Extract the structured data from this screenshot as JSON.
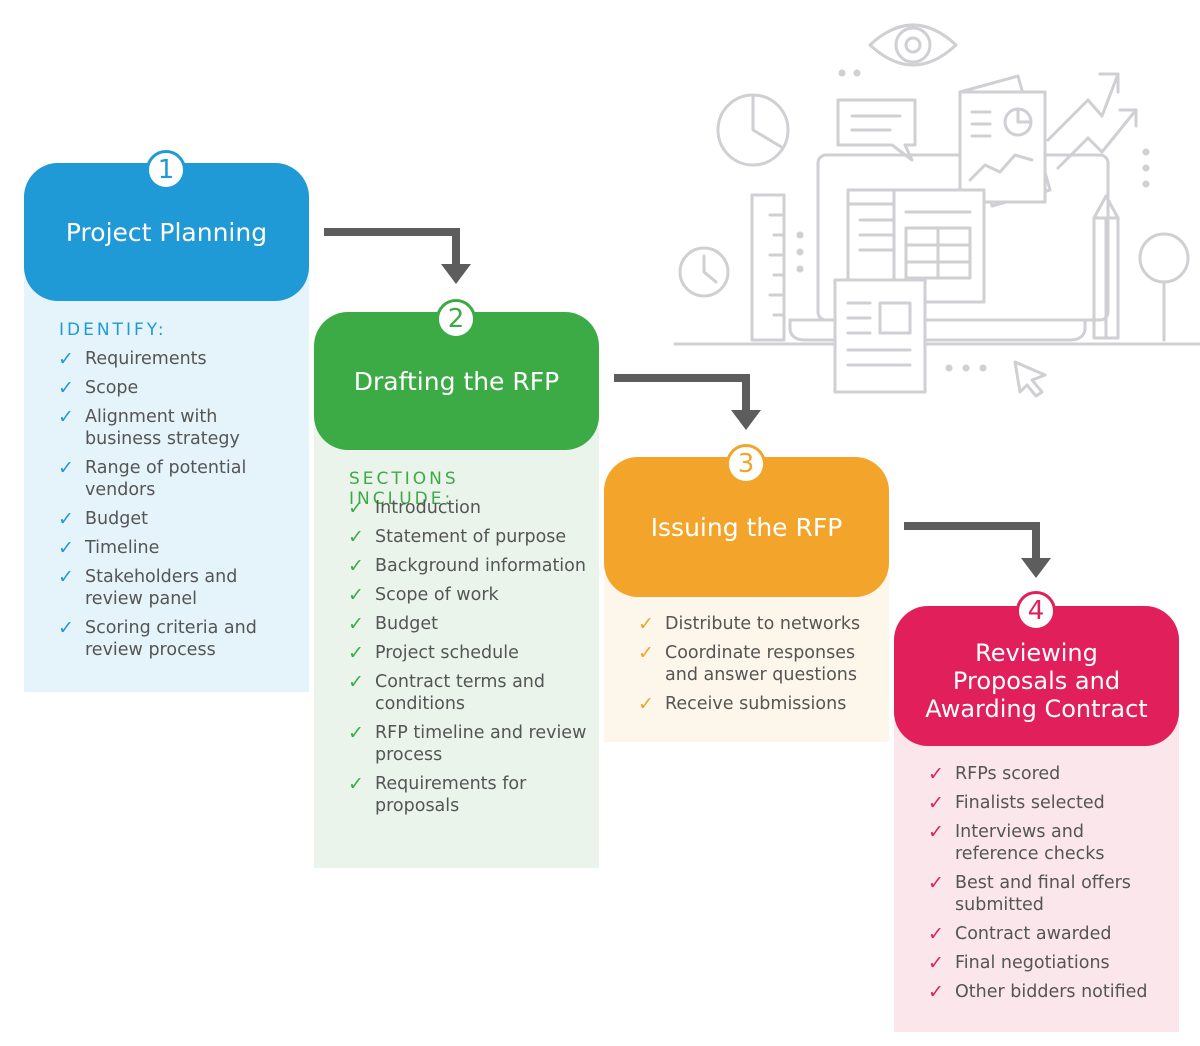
{
  "steps": [
    {
      "number": "1",
      "title": "Project Planning",
      "section_title": "IDENTIFY:",
      "color": "#1f9ad6",
      "bg": "#e5f3fb",
      "items": [
        "Requirements",
        "Scope",
        "Alignment with business strategy",
        "Range of potential vendors",
        "Budget",
        "Timeline",
        "Stakeholders and review panel",
        "Scoring criteria and review process"
      ]
    },
    {
      "number": "2",
      "title": "Drafting the RFP",
      "section_title": "SECTIONS INCLUDE:",
      "color": "#3cab46",
      "bg": "#eaf4eb",
      "items": [
        "Introduction",
        "Statement of purpose",
        "Background information",
        "Scope of work",
        "Budget",
        "Project schedule",
        "Contract terms and conditions",
        "RFP timeline and review process",
        "Requirements for proposals"
      ]
    },
    {
      "number": "3",
      "title": "Issuing the RFP",
      "section_title": "",
      "color": "#f2a42b",
      "bg": "#fdf6ea",
      "items": [
        "Distribute to networks",
        "Coordinate responses and answer questions",
        "Receive submissions"
      ]
    },
    {
      "number": "4",
      "title": "Reviewing Proposals and Awarding Contract",
      "section_title": "",
      "color": "#e01f5b",
      "bg": "#fbe6ec",
      "items": [
        "RFPs scored",
        "Finalists selected",
        "Interviews and reference checks",
        "Best and final offers submitted",
        "Contract awarded",
        "Final negotiations",
        "Other bidders notified"
      ]
    }
  ],
  "check_glyph": "✓",
  "arrow_color": "#5d5d5d",
  "illustration_color": "#cfcfd4",
  "illustration_icons": [
    "eye-icon",
    "pie-chart-icon",
    "chat-bubble-icon",
    "document-chart-icon",
    "trend-arrow-icon",
    "laptop-icon",
    "ruler-icon",
    "pencil-icon",
    "magnifier-icon",
    "clock-icon",
    "cursor-icon"
  ]
}
